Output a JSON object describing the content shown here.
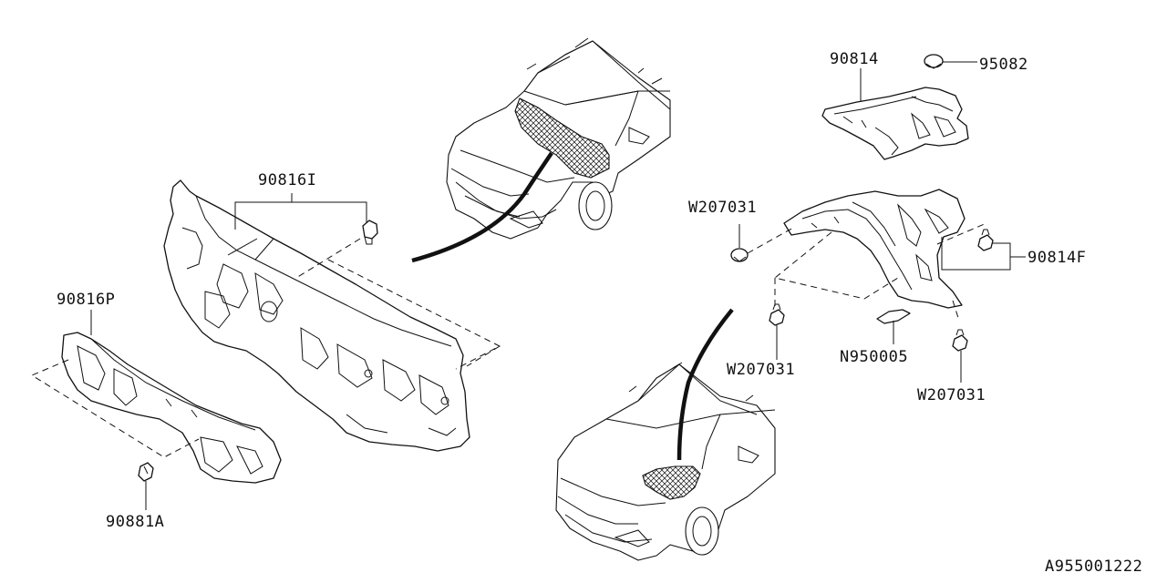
{
  "diagram": {
    "labels": {
      "p90816I": "90816I",
      "p90816P": "90816P",
      "p90881A": "90881A",
      "p90814": "90814",
      "p95082": "95082",
      "p90814F": "90814F",
      "w207031_top": "W207031",
      "w207031_mid": "W207031",
      "w207031_right": "W207031",
      "n950005": "N950005"
    },
    "figure_code": "A955001222"
  }
}
